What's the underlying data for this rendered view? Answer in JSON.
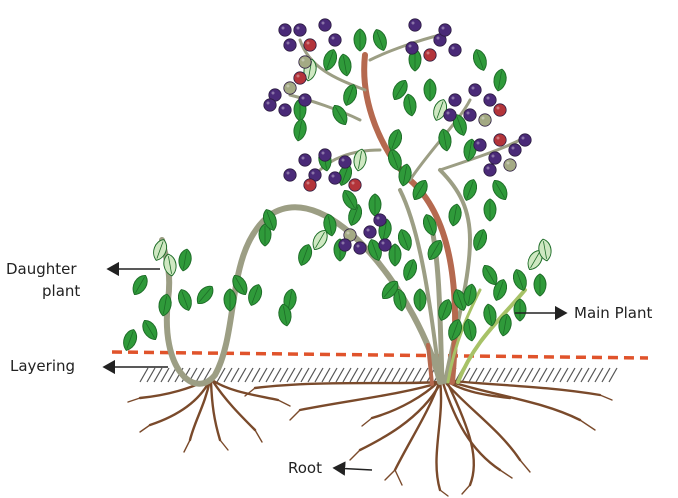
{
  "labels": {
    "daughter_line1": "Daughter",
    "daughter_line2": "plant",
    "layering": "Layering",
    "main_plant": "Main Plant",
    "root": "Root"
  },
  "colors": {
    "stem": "#9c9e84",
    "stem_dark": "#6f7258",
    "main_cane": "#b5694f",
    "main_cane_dark": "#7d3f2c",
    "young_shoot": "#a7c267",
    "leaf": "#2f9a3a",
    "leaf_dark": "#1e6d28",
    "leaf_light": "#cfe8c2",
    "berry_ripe": "#4a2a78",
    "berry_red": "#b3343a",
    "berry_green": "#a4aa84",
    "soil_line": "#e0532b",
    "hatch": "#555555",
    "root": "#7a4a2b",
    "arrow": "#222222"
  },
  "icons": {
    "arrow": "arrow-icon",
    "leaf": "leaf-icon",
    "berry": "berry-icon"
  }
}
